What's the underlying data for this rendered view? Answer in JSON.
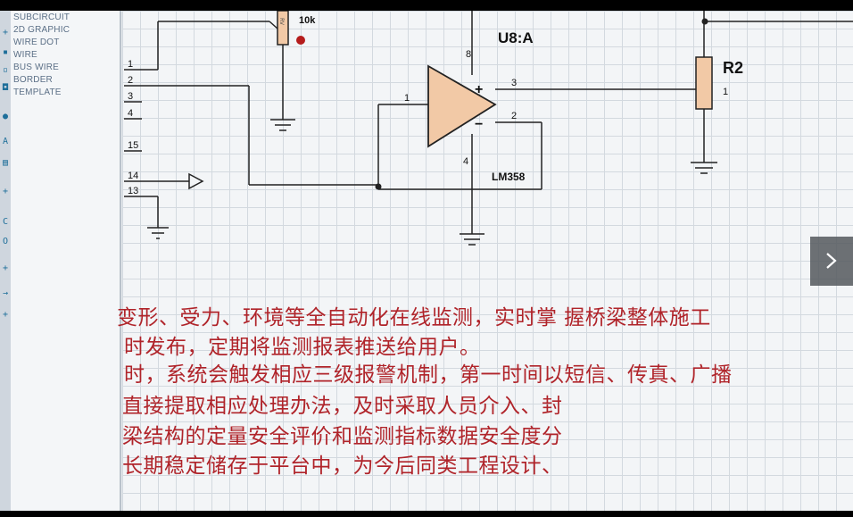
{
  "component_modes": [
    "SUBCIRCUIT",
    "2D GRAPHIC",
    "WIRE DOT",
    "WIRE",
    "BUS WIRE",
    "BORDER",
    "TEMPLATE"
  ],
  "tool_glyphs": [
    "+",
    "▪",
    "▫",
    "◘",
    "●",
    "A",
    "▤",
    "+",
    "C",
    "O",
    "+",
    "→",
    "+"
  ],
  "schematic": {
    "pot_value": "10k",
    "pot_label": "RV",
    "opamp_ref": "U8:A",
    "opamp_model": "LM358",
    "resistor_ref": "R2",
    "resistor_value": "1",
    "power_pin": "8",
    "ground_pin": "4",
    "plus_sign": "+",
    "minus_sign": "−",
    "opamp_pins": {
      "output": "1",
      "noninv": "3",
      "inv": "2"
    },
    "header_pins": [
      "1",
      "2",
      "3",
      "4",
      "15",
      "14",
      "13"
    ]
  },
  "nav_icon": "chevron-right-icon",
  "doc_text": [
    "变形、受力、环境等全自动化在线监测，实时掌 握桥梁整体施工",
    "时发布，定期将监测报表推送给用户。",
    "时，系统会触发相应三级报警机制，第一时间以短信、传真、广播",
    "直接提取相应处理办法，及时采取人员介入、封",
    "梁结构的定量安全评价和监测指标数据安全度分",
    "长期稳定储存于平台中，为今后同类工程设计、"
  ],
  "colors": {
    "text_red": "#b0242a",
    "wire": "#222222",
    "component_fill": "#f2c9a6",
    "canvas": "#f3f5f7"
  }
}
